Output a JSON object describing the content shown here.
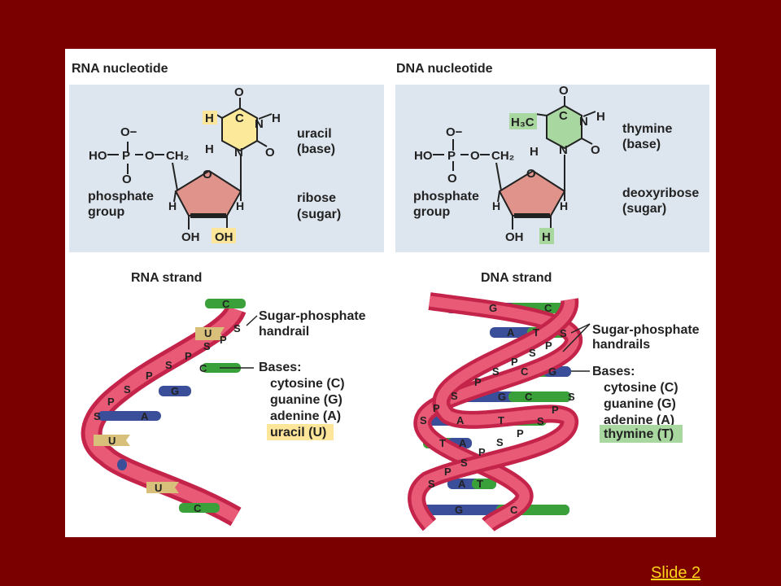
{
  "figure": {
    "rna_nucleotide": {
      "title": "RNA nucleotide",
      "phosphate_o_minus": "O−",
      "phosphate_ho": "HO",
      "phosphate_p": "P",
      "phosphate_o_bridge": "O",
      "phosphate_o_double": "O",
      "ch2": "CH₂",
      "phosphate_label_1": "phosphate",
      "phosphate_label_2": "group",
      "base_name": "uracil",
      "base_type": "(base)",
      "sugar_name": "ribose",
      "sugar_type": "(sugar)",
      "ring_o": "O",
      "base_h_highlight": "H",
      "oh_left": "OH",
      "oh_right": "OH"
    },
    "dna_nucleotide": {
      "title": "DNA nucleotide",
      "phosphate_o_minus": "O−",
      "phosphate_ho": "HO",
      "phosphate_p": "P",
      "phosphate_o_bridge": "O",
      "phosphate_o_double": "O",
      "ch2": "CH₂",
      "phosphate_label_1": "phosphate",
      "phosphate_label_2": "group",
      "base_name": "thymine",
      "base_type": "(base)",
      "sugar_name": "deoxyribose",
      "sugar_type": "(sugar)",
      "ring_o": "O",
      "methyl": "H₃C",
      "oh_left": "OH",
      "h_right": "H"
    },
    "rna_strand": {
      "title": "RNA strand",
      "handrail_1": "Sugar-phosphate",
      "handrail_2": "handrail",
      "bases_header": "Bases:",
      "bases": [
        "cytosine (C)",
        "guanine (G)",
        "adenine (A)",
        "uracil (U)"
      ]
    },
    "dna_strand": {
      "title": "DNA strand",
      "handrail_1": "Sugar-phosphate",
      "handrail_2": "handrails",
      "bases_header": "Bases:",
      "bases": [
        "cytosine (C)",
        "guanine (G)",
        "adenine (A)",
        "thymine (T)"
      ]
    },
    "colors": {
      "panel": "#dde5ee",
      "ribbon": "#e23a5a",
      "sugar_ring": "#e0938a",
      "uracil_ring": "#fde99a",
      "thymine_ring": "#a9d7a0",
      "highlight_yellow": "#fde59a",
      "highlight_green": "#a9d7a0",
      "guanine": "#3a4e9a",
      "cytosine": "#3aa13a",
      "adenine": "#3a4e9a",
      "uracil": "#d8bf7a"
    }
  },
  "footer": {
    "slide_link": "Slide 2"
  }
}
